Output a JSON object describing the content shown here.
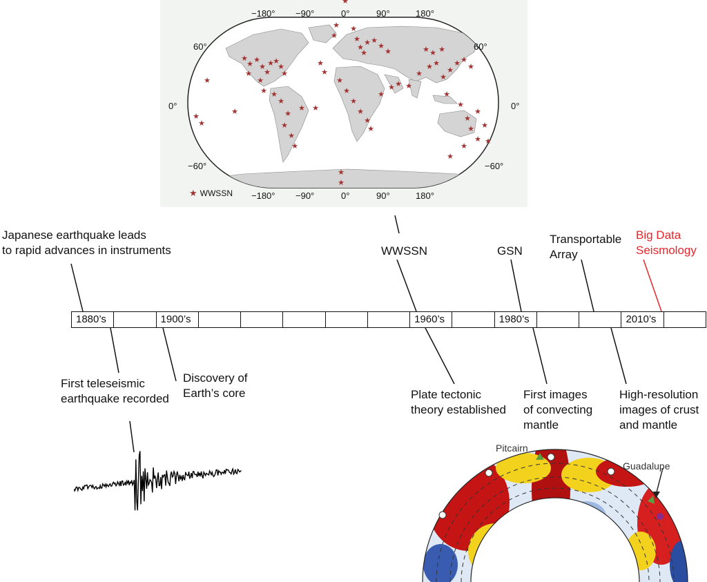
{
  "map": {
    "lon_top": [
      "−180°",
      "−90°",
      "0°",
      "90°",
      "180°"
    ],
    "lon_bottom": [
      "−180°",
      "−90°",
      "0°",
      "90°",
      "180°"
    ],
    "lat_left": [
      "60°",
      "0°",
      "−60°"
    ],
    "lat_right": [
      "60°",
      "0°",
      "−60°"
    ],
    "legend": "WWSSN",
    "star_color": "#a23333",
    "land_color": "#d4d4d4"
  },
  "timeline": {
    "cells": [
      "1880’s",
      "",
      "1900’s",
      "",
      "",
      "",
      "",
      "",
      "1960’s",
      "",
      "1980’s",
      "",
      "",
      "2010’s",
      ""
    ]
  },
  "events_above": {
    "japanese": [
      "Japanese earthquake leads",
      "to rapid advances in instruments"
    ],
    "wwssn": "WWSSN",
    "gsn": "GSN",
    "transportable": [
      "Transportable",
      "Array"
    ],
    "bigdata": [
      "Big Data",
      "Seismology"
    ]
  },
  "events_below": {
    "teleseismic": [
      "First teleseismic",
      "earthquake recorded"
    ],
    "core": [
      "Discovery of",
      "Earth’s core"
    ],
    "plate": [
      "Plate tectonic",
      "theory established"
    ],
    "mantle": [
      "First images",
      "of convecting",
      "mantle"
    ],
    "highres": [
      "High-resolution",
      "images of crust",
      "and mantle"
    ]
  },
  "tomography": {
    "label_left": "Pitcairn",
    "label_right": "Guadalupe"
  },
  "colors": {
    "highlight": "#e8252b",
    "hot": "#b01010",
    "warm": "#f3d21e",
    "cold": "#2b4da0"
  }
}
